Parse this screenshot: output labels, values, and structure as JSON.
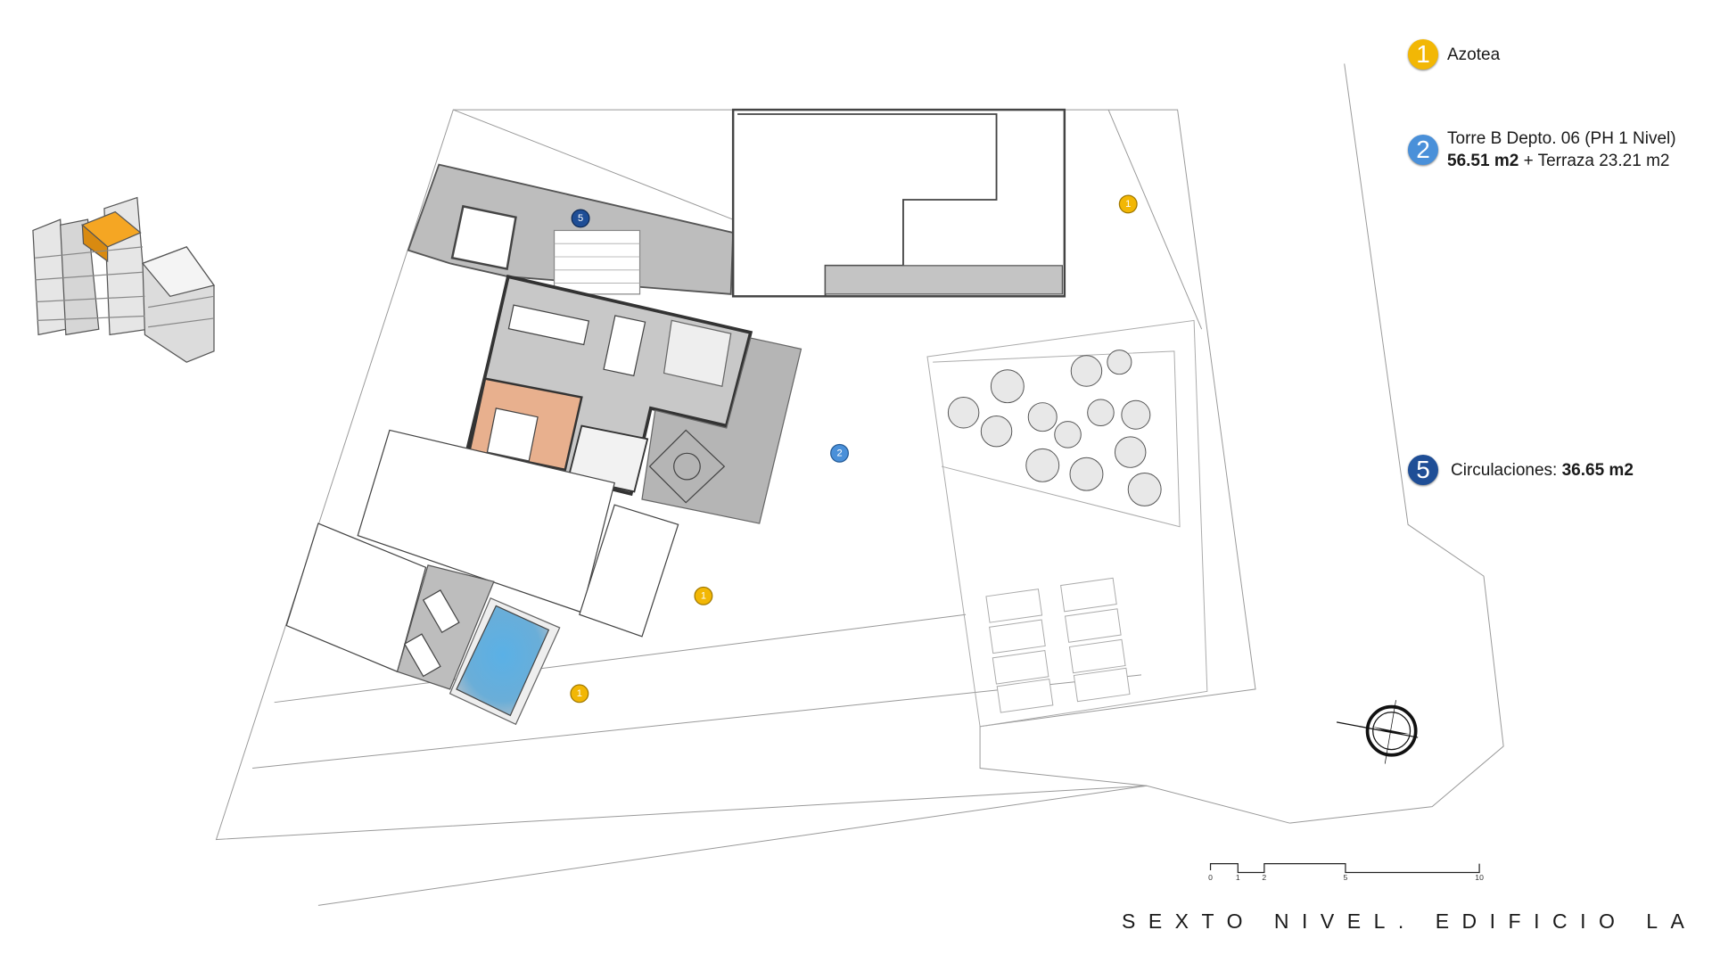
{
  "legend": [
    {
      "number": "1",
      "label": "Azotea",
      "color": "#f2b705"
    },
    {
      "number": "2",
      "label": "Torre B Depto. 06 (PH 1 Nivel)",
      "area": "56.51 m2",
      "extra": "+ Terraza 23.21 m2",
      "color": "#4a90d9"
    },
    {
      "number": "5",
      "label": "Circulaciones:",
      "area": "36.65 m2",
      "color": "#1f4e96"
    }
  ],
  "markers": [
    "1",
    "1",
    "1",
    "2",
    "5"
  ],
  "scale_bar": {
    "ticks": [
      "0",
      "1",
      "2",
      "5",
      "10"
    ]
  },
  "title": "SEXTO NIVEL. EDIFICIO LA PAZ",
  "colors": {
    "highlight_block": "#f5a623",
    "pool": "#5ab0e6",
    "bedroom": "#e8b08e",
    "floor_gray": "#c8c8c8"
  }
}
